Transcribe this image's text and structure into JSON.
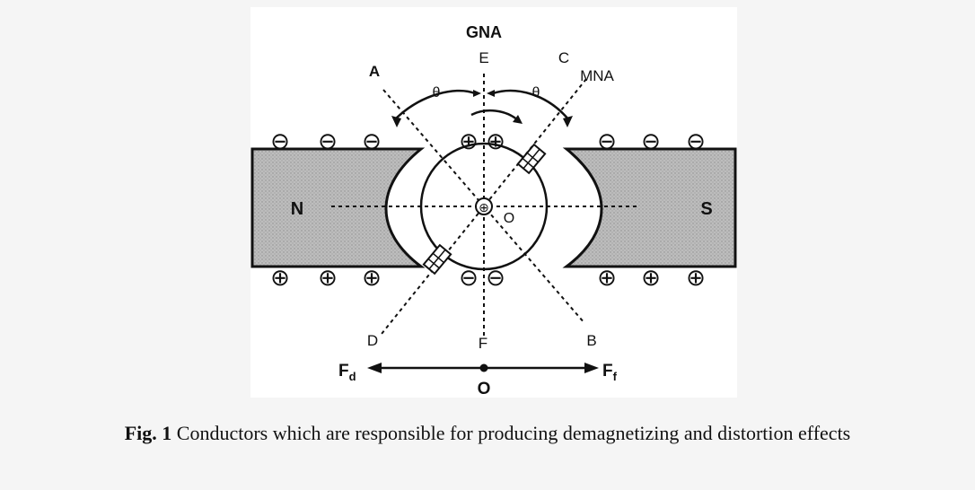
{
  "diagram": {
    "axis_top_label": "GNA",
    "letters": {
      "A": "A",
      "B": "B",
      "C": "C",
      "D": "D",
      "E": "E",
      "F": "F",
      "O_center": "O",
      "O_bottom": "O"
    },
    "mna_label": "MNA",
    "theta_left": "θ",
    "theta_right": "θ",
    "pole_north": "N",
    "pole_south": "S",
    "force_left": "F",
    "force_left_sub": "d",
    "force_right": "F",
    "force_right_sub": "f",
    "symbols": {
      "minus": "⊖",
      "plus": "⊕"
    }
  },
  "caption": {
    "figure_number": "Fig. 1",
    "text": " Conductors which are responsible for producing demagnetizing and distortion effects"
  }
}
